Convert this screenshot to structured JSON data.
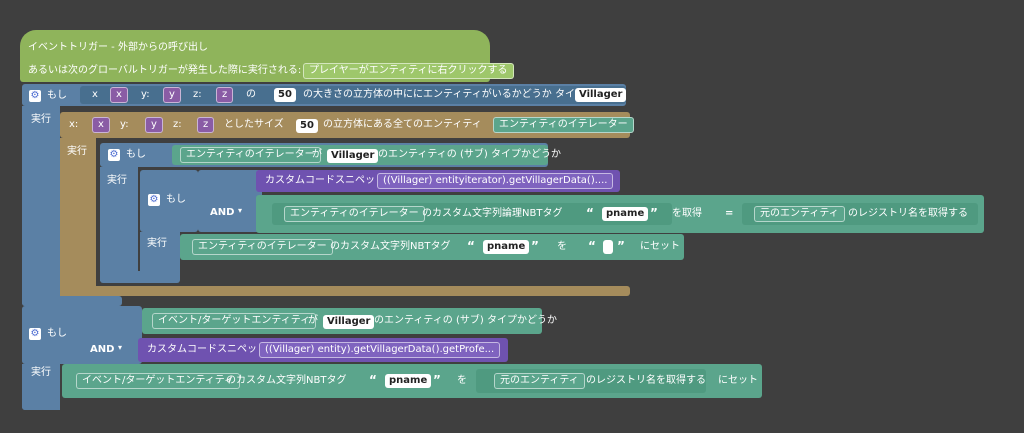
{
  "trigger": {
    "line1": "イベントトリガー - 外部からの呼び出し",
    "line2": "あるいは次のグローバルトリガーが発生した際に実行される:",
    "trigger_value": "プレイヤーがエンティティに右クリックする"
  },
  "if1": {
    "if_label": "もし",
    "do_label": "実行",
    "x_label": "x",
    "x_var": "x",
    "y_label": "y:",
    "y_var": "y",
    "z_label": "z:",
    "z_var": "z",
    "of_label": "の",
    "size": "50",
    "cube_text": "の大きさの立方体の中ににエンティティがいるかどうか タイプ",
    "type": "Villager"
  },
  "foreach": {
    "x_label": "x:",
    "x_var": "x",
    "y_label": "y:",
    "y_var": "y",
    "z_label": "z:",
    "z_var": "z",
    "size_label": "としたサイズ",
    "size": "50",
    "all_text": "の立方体にある全てのエンティティ",
    "iterator": "エンティティのイテレーター",
    "do_label": "実行"
  },
  "if2": {
    "if_label": "もし",
    "iterator": "エンティティのイテレーター",
    "ga": "が",
    "type": "Villager",
    "subtype_text": "のエンティティの (サブ) タイプかどうか",
    "do_label": "実行"
  },
  "if3": {
    "if_label": "もし",
    "and_label": "AND",
    "snippet_label": "カスタムコードスニペット:",
    "snippet_code": "((Villager) entityiterator).getVillagerData()....",
    "iterator": "エンティティのイテレーター",
    "nbt_text": "のカスタム文字列論理NBTタグ",
    "key": "pname",
    "get_text": "を取得",
    "eq": "=",
    "orig_entity": "元のエンティティ",
    "registry_text": "のレジストリ名を取得する",
    "do_label": "実行"
  },
  "set1": {
    "iterator": "エンティティのイテレーター",
    "nbt_text": "のカスタム文字列NBTタグ",
    "key": "pname",
    "wo": "を",
    "set_text": "にセット"
  },
  "if4": {
    "if_label": "もし",
    "target": "イベント/ターゲットエンティティ",
    "ga": "が",
    "type": "Villager",
    "subtype_text": "のエンティティの (サブ) タイプかどうか",
    "and_label": "AND",
    "snippet_label": "カスタムコードスニペット:",
    "snippet_code": "((Villager) entity).getVillagerData().getProfe...",
    "do_label": "実行"
  },
  "set2": {
    "target": "イベント/ターゲットエンティティ",
    "nbt_text": "のカスタム文字列NBTタグ",
    "key": "pname",
    "wo": "を",
    "orig_entity": "元のエンティティ",
    "registry_text": "のレジストリ名を取得する",
    "set_text": "にセット"
  },
  "colors": {
    "background": "#3f3f3f",
    "event_block": "#8fb45b",
    "control_block": "#5b80a5",
    "loop_block": "#a58c5c",
    "code_block": "#6f52b0",
    "entity_block": "#5ba58c"
  }
}
